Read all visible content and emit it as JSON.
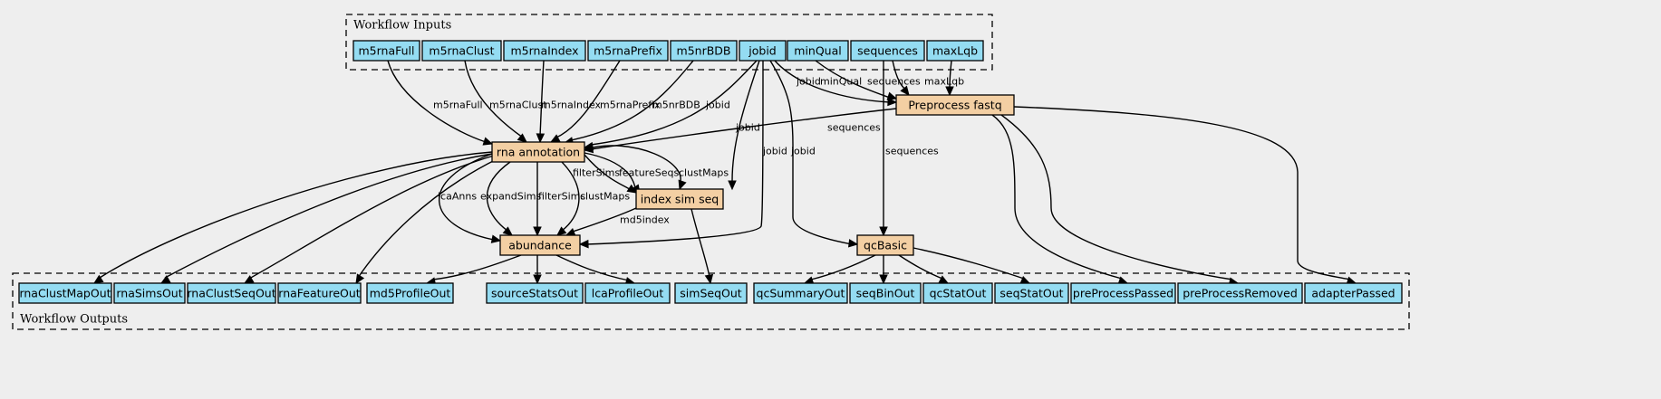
{
  "clusters": {
    "inputs": {
      "label": "Workflow Inputs"
    },
    "outputs": {
      "label": "Workflow Outputs"
    }
  },
  "colors": {
    "io_fill": "#94dcf2",
    "step_fill": "#f3cfa3",
    "background": "#eeeeee"
  },
  "inputs": [
    {
      "id": "m5rnaFull",
      "label": "m5rnaFull"
    },
    {
      "id": "m5rnaClust",
      "label": "m5rnaClust"
    },
    {
      "id": "m5rnaIndex",
      "label": "m5rnaIndex"
    },
    {
      "id": "m5rnaPrefix",
      "label": "m5rnaPrefix"
    },
    {
      "id": "m5nrBDB",
      "label": "m5nrBDB"
    },
    {
      "id": "jobid",
      "label": "jobid"
    },
    {
      "id": "minQual",
      "label": "minQual"
    },
    {
      "id": "sequences",
      "label": "sequences"
    },
    {
      "id": "maxLqb",
      "label": "maxLqb"
    }
  ],
  "steps": [
    {
      "id": "preprocess",
      "label": "Preprocess fastq"
    },
    {
      "id": "rna",
      "label": "rna annotation"
    },
    {
      "id": "indexsim",
      "label": "index sim seq"
    },
    {
      "id": "abundance",
      "label": "abundance"
    },
    {
      "id": "qcbasic",
      "label": "qcBasic"
    }
  ],
  "outputs": [
    {
      "id": "rnaClustMapOut",
      "label": "rnaClustMapOut"
    },
    {
      "id": "rnaSimsOut",
      "label": "rnaSimsOut"
    },
    {
      "id": "rnaClustSeqOut",
      "label": "rnaClustSeqOut"
    },
    {
      "id": "rnaFeatureOut",
      "label": "rnaFeatureOut"
    },
    {
      "id": "md5ProfileOut",
      "label": "md5ProfileOut"
    },
    {
      "id": "sourceStatsOut",
      "label": "sourceStatsOut"
    },
    {
      "id": "lcaProfileOut",
      "label": "lcaProfileOut"
    },
    {
      "id": "simSeqOut",
      "label": "simSeqOut"
    },
    {
      "id": "qcSummaryOut",
      "label": "qcSummaryOut"
    },
    {
      "id": "seqBinOut",
      "label": "seqBinOut"
    },
    {
      "id": "qcStatOut",
      "label": "qcStatOut"
    },
    {
      "id": "seqStatOut",
      "label": "seqStatOut"
    },
    {
      "id": "preProcessPassed",
      "label": "preProcessPassed"
    },
    {
      "id": "preProcessRemoved",
      "label": "preProcessRemoved"
    },
    {
      "id": "adapterPassed",
      "label": "adapterPassed"
    }
  ],
  "edges": [
    {
      "from": "m5rnaFull",
      "to": "rna",
      "label": "m5rnaFull"
    },
    {
      "from": "m5rnaClust",
      "to": "rna",
      "label": "m5rnaClust"
    },
    {
      "from": "m5rnaIndex",
      "to": "rna",
      "label": "m5rnaIndex"
    },
    {
      "from": "m5rnaPrefix",
      "to": "rna",
      "label": "m5rnaPrefix"
    },
    {
      "from": "m5nrBDB",
      "to": "rna",
      "label": "m5nrBDB"
    },
    {
      "from": "jobid",
      "to": "rna",
      "label": "jobid"
    },
    {
      "from": "jobid",
      "to": "indexsim",
      "label": "jobid"
    },
    {
      "from": "jobid",
      "to": "abundance",
      "label": "jobid"
    },
    {
      "from": "jobid",
      "to": "qcbasic",
      "label": "jobid"
    },
    {
      "from": "jobid",
      "to": "preprocess",
      "label": "jobid"
    },
    {
      "from": "minQual",
      "to": "preprocess",
      "label": "minQual"
    },
    {
      "from": "sequences",
      "to": "preprocess",
      "label": "sequences"
    },
    {
      "from": "sequences",
      "to": "qcbasic",
      "label": "sequences"
    },
    {
      "from": "maxLqb",
      "to": "preprocess",
      "label": "maxLqb"
    },
    {
      "from": "preprocess",
      "to": "rna",
      "label": "sequences"
    },
    {
      "from": "rna",
      "to": "indexsim",
      "label": "filterSims"
    },
    {
      "from": "rna",
      "to": "indexsim",
      "label": "featureSeqs"
    },
    {
      "from": "rna",
      "to": "indexsim",
      "label": "clustMaps"
    },
    {
      "from": "rna",
      "to": "abundance",
      "label": "lcaAnns"
    },
    {
      "from": "rna",
      "to": "abundance",
      "label": "expandSims"
    },
    {
      "from": "rna",
      "to": "abundance",
      "label": "filterSims"
    },
    {
      "from": "rna",
      "to": "abundance",
      "label": "clustMaps"
    },
    {
      "from": "indexsim",
      "to": "abundance",
      "label": "md5index"
    },
    {
      "from": "rna",
      "to": "rnaClustMapOut",
      "label": ""
    },
    {
      "from": "rna",
      "to": "rnaSimsOut",
      "label": ""
    },
    {
      "from": "rna",
      "to": "rnaClustSeqOut",
      "label": ""
    },
    {
      "from": "rna",
      "to": "rnaFeatureOut",
      "label": ""
    },
    {
      "from": "abundance",
      "to": "md5ProfileOut",
      "label": ""
    },
    {
      "from": "abundance",
      "to": "sourceStatsOut",
      "label": ""
    },
    {
      "from": "abundance",
      "to": "lcaProfileOut",
      "label": ""
    },
    {
      "from": "indexsim",
      "to": "simSeqOut",
      "label": ""
    },
    {
      "from": "qcbasic",
      "to": "qcSummaryOut",
      "label": ""
    },
    {
      "from": "qcbasic",
      "to": "seqBinOut",
      "label": ""
    },
    {
      "from": "qcbasic",
      "to": "qcStatOut",
      "label": ""
    },
    {
      "from": "qcbasic",
      "to": "seqStatOut",
      "label": ""
    },
    {
      "from": "preprocess",
      "to": "preProcessPassed",
      "label": ""
    },
    {
      "from": "preprocess",
      "to": "preProcessRemoved",
      "label": ""
    },
    {
      "from": "preprocess",
      "to": "adapterPassed",
      "label": ""
    }
  ]
}
